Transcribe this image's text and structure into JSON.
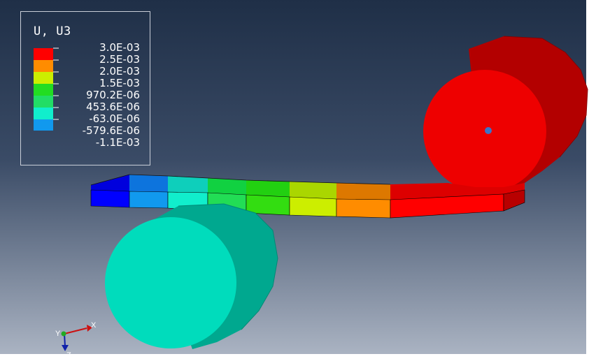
{
  "legend": {
    "title": "U, U3",
    "labels": [
      "3.0E-03",
      "2.5E-03",
      "2.0E-03",
      "1.5E-03",
      "970.2E-06",
      "453.6E-06",
      "-63.0E-06",
      "-579.6E-06",
      "-1.1E-03"
    ],
    "colors": [
      "#ff0000",
      "#ff8c00",
      "#ccee00",
      "#22dd22",
      "#22dd66",
      "#11eecc",
      "#1199ee",
      "#0000ff"
    ]
  },
  "triad": {
    "x": "X",
    "y": "Y",
    "z": "Z"
  },
  "colors": {
    "bg_top": "#1f2f47",
    "bg_bottom": "#aeb7c6",
    "bottom_roller": "#00d8b8",
    "top_roller": "#ee0000",
    "node_marker": "#3b74c8"
  }
}
